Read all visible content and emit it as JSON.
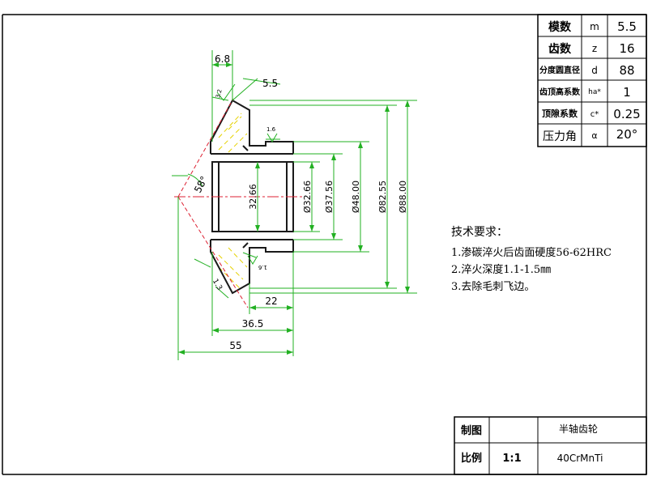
{
  "gear_params": [
    {
      "name": "模数",
      "symbol": "m",
      "value": "5.5"
    },
    {
      "name": "齿数",
      "symbol": "z",
      "value": "16"
    },
    {
      "name": "分度圆直径",
      "symbol": "d",
      "value": "88"
    },
    {
      "name": "齿顶高系数",
      "symbol": "ha*",
      "value": "1"
    },
    {
      "name": "顶隙系数",
      "symbol": "c*",
      "value": "0.25"
    },
    {
      "name": "压力角",
      "symbol": "α",
      "value": "20°"
    }
  ],
  "requirements": {
    "heading": "技术要求：",
    "items": [
      "1.渗碳淬火后齿面硬度56-62HRC",
      "2.淬火深度1.1-1.5㎜",
      "3.去除毛刺飞边。"
    ]
  },
  "title_block": {
    "drawing_label": "制图",
    "part_name": "半轴齿轮",
    "scale_label": "比例",
    "scale": "1:1",
    "material": "40CrMnTi"
  },
  "dims": {
    "top_left": "6.8",
    "top_angle": "5.5",
    "roughness_top": "3.2",
    "roughness_mid": "1.6",
    "roughness_bot": "1.6",
    "cone_angle": "58°",
    "bottom_small": "1.3",
    "d_bore_in": "32.66",
    "d_bore": "Ø32.66",
    "d_3756": "Ø37.56",
    "d_48": "Ø48.00",
    "d_8255": "Ø82.55",
    "d_88": "Ø88.00",
    "len_22": "22",
    "len_365": "36.5",
    "len_55": "55"
  }
}
